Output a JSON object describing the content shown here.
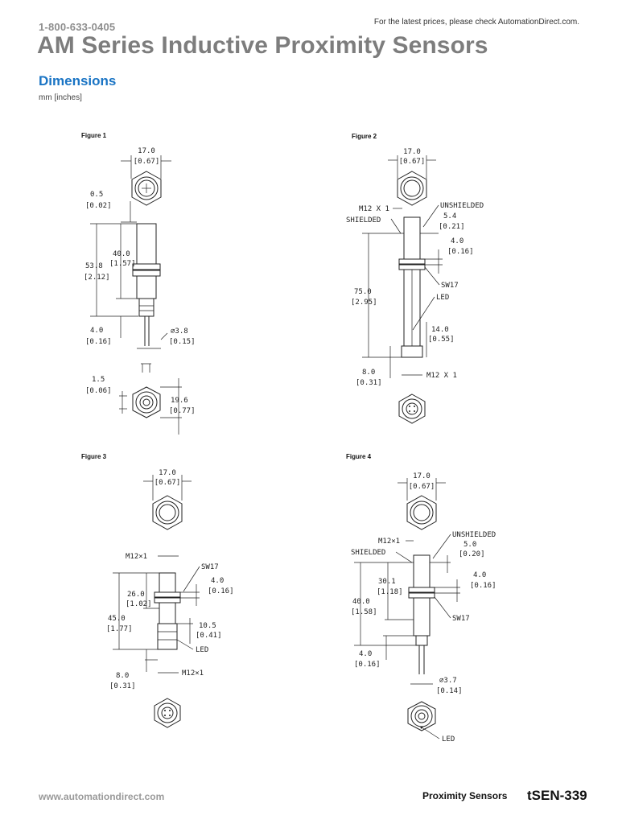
{
  "header": {
    "phone": "1-800-633-0405",
    "notice": "For the latest prices, please check AutomationDirect.com.",
    "title": "AM Series Inductive Proximity Sensors"
  },
  "section": {
    "title": "Dimensions",
    "units": "mm [inches]"
  },
  "figures": [
    {
      "label": "Figure 1",
      "dims": [
        "17.0",
        "[0.67]",
        "0.5",
        "[0.02]",
        "40.0",
        "[1.57]",
        "53.8",
        "[2.12]",
        "4.0",
        "[0.16]",
        "∅3.8",
        "[0.15]",
        "1.5",
        "[0.06]",
        "19.6",
        "[0.77]"
      ]
    },
    {
      "label": "Figure 2",
      "dims": [
        "17.0",
        "[0.67]",
        "M12 X 1",
        "UNSHIELDED",
        "SHIELDED",
        "5.4",
        "[0.21]",
        "4.0",
        "[0.16]",
        "SW17",
        "75.0",
        "[2.95]",
        "LED",
        "14.0",
        "[0.55]",
        "8.0",
        "[0.31]",
        "M12 X 1"
      ]
    },
    {
      "label": "Figure 3",
      "dims": [
        "17.0",
        "[0.67]",
        "M12×1",
        "SW17",
        "4.0",
        "[0.16]",
        "26.0",
        "[1.02]",
        "45.0",
        "[1.77]",
        "10.5",
        "[0.41]",
        "LED",
        "8.0",
        "[0.31]",
        "M12×1"
      ]
    },
    {
      "label": "Figure 4",
      "dims": [
        "17.0",
        "[0.67]",
        "M12×1",
        "UNSHIELDED",
        "SHIELDED",
        "5.0",
        "[0.20]",
        "4.0",
        "[0.16]",
        "30.1",
        "[1.18]",
        "40.0",
        "[1.58]",
        "SW17",
        "4.0",
        "[0.16]",
        "∅3.7",
        "[0.14]",
        "LED"
      ]
    }
  ],
  "footer": {
    "website": "www.automationdirect.com",
    "category": "Proximity Sensors",
    "page": "tSEN-339"
  }
}
